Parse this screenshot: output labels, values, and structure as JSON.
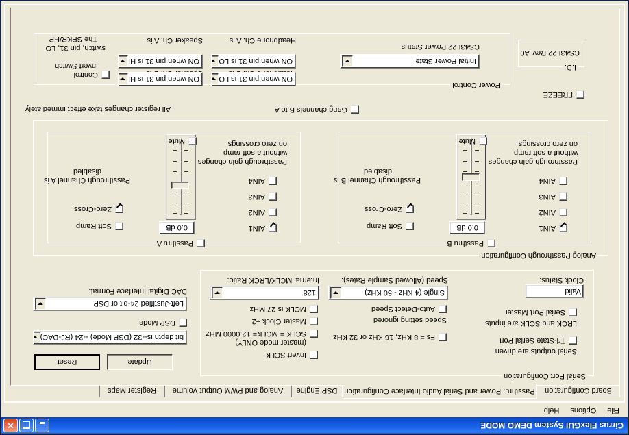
{
  "window": {
    "title": "Cirrus FlexGUI System DEMO MODE",
    "min_label": "minimize",
    "max_label": "maximize",
    "close_label": "close"
  },
  "menu": {
    "items": [
      "File",
      "Options",
      "Help"
    ]
  },
  "tabs": [
    {
      "label": "Board Configuration",
      "active": false
    },
    {
      "label": "Passthru, Power and Serial Audio Interface Configuration",
      "active": true
    },
    {
      "label": "DSP Engine",
      "active": false
    },
    {
      "label": "Analog and PWM Output Volume",
      "active": false
    },
    {
      "label": "Register Maps",
      "active": false
    }
  ],
  "serial_port": {
    "group_title": "Serial Port Configuration",
    "clock_status_label": "Clock Status:",
    "clock_status_value": "Valid",
    "tri_state_checkbox": "Tri-State Serial Port",
    "tri_state_note": "Serial outputs are driven",
    "master_checkbox": "Serial Port Master",
    "master_note": "LRCK and SCLK are inputs",
    "speed_label": "Speed (Allowed Sample Rates):",
    "speed_value": "Single (4 KHz - 50 KHz)",
    "auto_detect_checkbox": "Auto-Detect Speed",
    "auto_detect_note": "Speed setting ignored",
    "fs_checkbox": "Fs = 8 KHz, 16 KHz or 32 KHz",
    "ratio_label": "Internal MCLK/LRCK Ratio:",
    "ratio_value": "128",
    "mclk27_checkbox": "MCLK is 27 MHz",
    "mclk_div2_checkbox": "Master Clock ÷2",
    "sclk_eq_checkbox": "SCLK = MCLK= 12.0000 MHz",
    "sclk_eq_note": "(master mode ONLY)",
    "invert_sclk_checkbox": "Invert SCLK"
  },
  "dac_format": {
    "label": "DAC Digital Interface Format:",
    "value": "Left-Justified 24-bit or DSP",
    "dsp_mode_checkbox": "DSP Mode",
    "bit_depth_value": "bit depth is--32 (DSP Mode)  --24 (RJ-DAC)"
  },
  "buttons": {
    "reset": "Reset",
    "update": "Update"
  },
  "passthru": {
    "group_title": "Analog Passthrough Configuration",
    "channel_a": {
      "group_title": "Passthru A",
      "group_enabled": false,
      "mute_checkbox": "Mute",
      "gain_value": "0.0 dB",
      "ain": [
        {
          "label": "AIN1",
          "checked": true
        },
        {
          "label": "AIN2",
          "checked": false
        },
        {
          "label": "AIN3",
          "checked": false
        },
        {
          "label": "AIN4",
          "checked": false
        }
      ],
      "gain_note_line1": "Passthrough gain changes",
      "gain_note_line2": "without a soft ramp",
      "gain_note_line3": "on zero crossings",
      "status_line1": "Passthrough Channel A is",
      "status_line2": "disabled",
      "zero_cross_checkbox": "Zero-Cross",
      "zero_cross_checked": true,
      "soft_ramp_checkbox": "Soft Ramp",
      "soft_ramp_checked": false
    },
    "channel_b": {
      "group_title": "Passthru B",
      "group_enabled": false,
      "mute_checkbox": "Mute",
      "gain_value": "0.0 dB",
      "ain": [
        {
          "label": "AIN1",
          "checked": true
        },
        {
          "label": "AIN2",
          "checked": false
        },
        {
          "label": "AIN3",
          "checked": false
        },
        {
          "label": "AIN4",
          "checked": false
        }
      ],
      "gain_note_line1": "Passthrough gain changes",
      "gain_note_line2": "without a soft ramp",
      "gain_note_line3": "on zero crossings",
      "status_line1": "Passthrough Channel B is",
      "status_line2": "disabled",
      "zero_cross_checkbox": "Zero-Cross",
      "zero_cross_checked": true,
      "soft_ramp_checkbox": "Soft Ramp",
      "soft_ramp_checked": false
    },
    "gang_checkbox": "Gang channels B to A"
  },
  "immediate_note": "All register changes take effect immediately",
  "freeze_checkbox": "FREEZE",
  "id_group": {
    "title": "I.D.",
    "value": "CS43L22 Rev. A0"
  },
  "power_control": {
    "group_title": "Power Control",
    "status_label": "CS43L22 Power Status",
    "status_value": "Initial Power State",
    "headphone_a_label": "Headphone Ch. A is",
    "headphone_a_value": "ON when pin 31 is LO",
    "headphone_b_label": "Headphone Ch. B is",
    "headphone_b_value": "ON when pin 31 is LO",
    "speaker_a_label": "Speaker Ch. A is",
    "speaker_a_value": "ON when pin 31 is HI",
    "speaker_b_label": "Speaker Ch. B is",
    "speaker_b_value": "ON when pin 31 is HI",
    "invert_switch_line1": "Invert Switch",
    "invert_switch_line2": "Control",
    "switch_note_line1": "The SPKR/HP",
    "switch_note_line2": "switch, pin 31, LO"
  }
}
